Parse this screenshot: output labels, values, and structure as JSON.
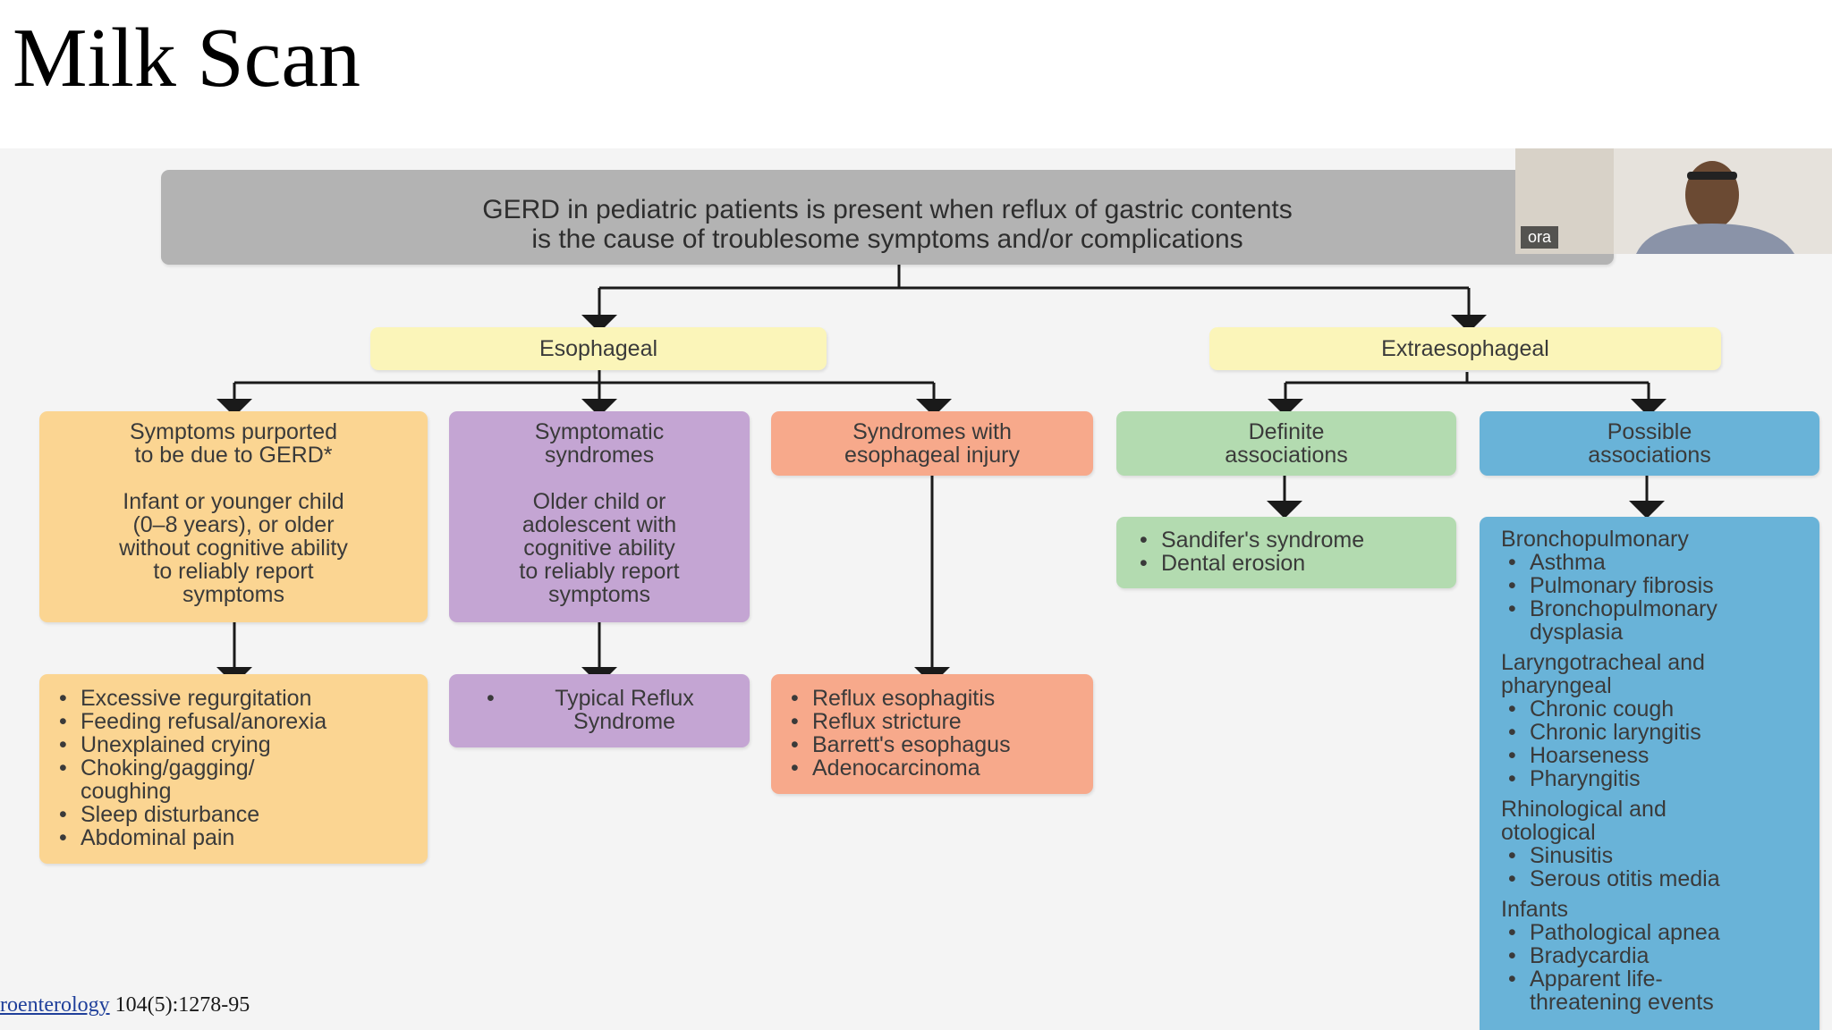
{
  "slide": {
    "title": "Milk Scan"
  },
  "diagram": {
    "root": "GERD in pediatric patients is present when reflux of gastric contents\nis the cause of troublesome symptoms and/or complications",
    "esophageal": "Esophageal",
    "extraesophageal": "Extraesophageal",
    "col1": {
      "head": "Symptoms purported\nto be due to GERD*\n\nInfant or younger child\n(0–8 years), or older\nwithout cognitive ability\nto reliably report\nsymptoms",
      "items": [
        "Excessive regurgitation",
        "Feeding refusal/anorexia",
        "Unexplained crying",
        "Choking/gagging/\ncoughing",
        "Sleep disturbance",
        "Abdominal pain"
      ]
    },
    "col2": {
      "head": "Symptomatic\nsyndromes\n\nOlder child or\nadolescent with\ncognitive ability\nto reliably report\nsymptoms",
      "items": [
        "Typical Reflux\nSyndrome"
      ]
    },
    "col3": {
      "head": "Syndromes with\nesophageal injury",
      "items": [
        "Reflux esophagitis",
        "Reflux stricture",
        "Barrett's esophagus",
        "Adenocarcinoma"
      ]
    },
    "col4": {
      "head": "Definite\nassociations",
      "items": [
        "Sandifer's syndrome",
        "Dental erosion"
      ]
    },
    "col5": {
      "head": "Possible\nassociations",
      "groups": [
        {
          "title": "Bronchopulmonary",
          "items": [
            "Asthma",
            "Pulmonary fibrosis",
            "Bronchopulmonary\ndysplasia"
          ]
        },
        {
          "title": "Laryngotracheal and\npharyngeal",
          "items": [
            "Chronic cough",
            "Chronic laryngitis",
            "Hoarseness",
            "Pharyngitis"
          ]
        },
        {
          "title": "Rhinological and\notological",
          "items": [
            "Sinusitis",
            "Serous otitis media"
          ]
        },
        {
          "title": "Infants",
          "items": [
            "Pathological apnea",
            "Bradycardia",
            "Apparent life-\nthreatening events"
          ]
        }
      ]
    }
  },
  "citation": {
    "journal": "roenterology",
    "ref": " 104(5):1278-95"
  },
  "webcam": {
    "label": "ora"
  }
}
